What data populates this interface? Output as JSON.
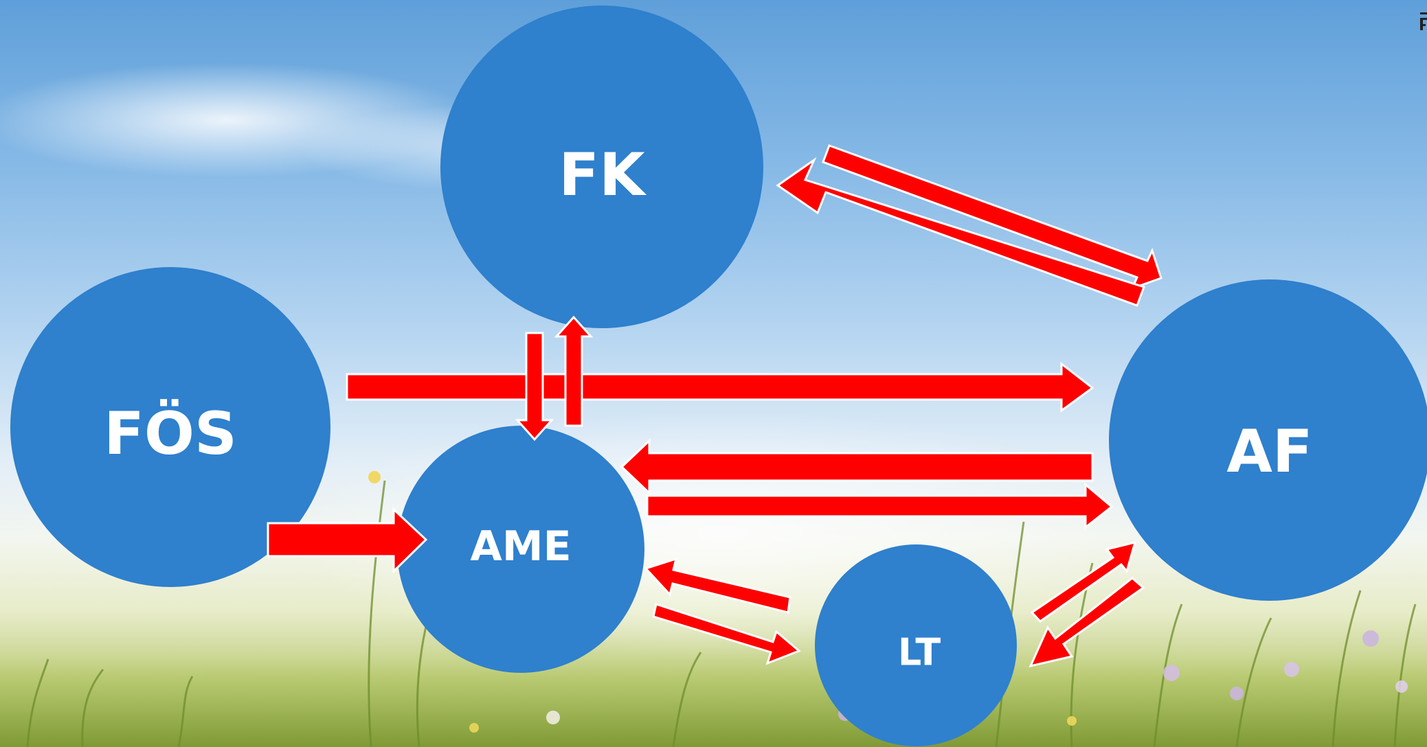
{
  "colors": {
    "node_fill": "#2f80cd",
    "arrow_fill": "#ff0000",
    "arrow_outline": "#ffffff",
    "label_color": "#ffffff"
  },
  "nodes": {
    "fk": "FK",
    "fos": "FÖS",
    "ame": "AME",
    "af": "AF",
    "lt": "LT"
  },
  "edges": [
    {
      "from": "FK",
      "to": "AF"
    },
    {
      "from": "AF",
      "to": "FK"
    },
    {
      "from": "FÖS",
      "to": "AF"
    },
    {
      "from": "FK",
      "to": "AME"
    },
    {
      "from": "AME",
      "to": "FK"
    },
    {
      "from": "AF",
      "to": "AME"
    },
    {
      "from": "AME",
      "to": "AF"
    },
    {
      "from": "FÖS",
      "to": "AME"
    },
    {
      "from": "LT",
      "to": "AME"
    },
    {
      "from": "AME",
      "to": "LT"
    },
    {
      "from": "LT",
      "to": "AF"
    },
    {
      "from": "AF",
      "to": "LT"
    }
  ]
}
